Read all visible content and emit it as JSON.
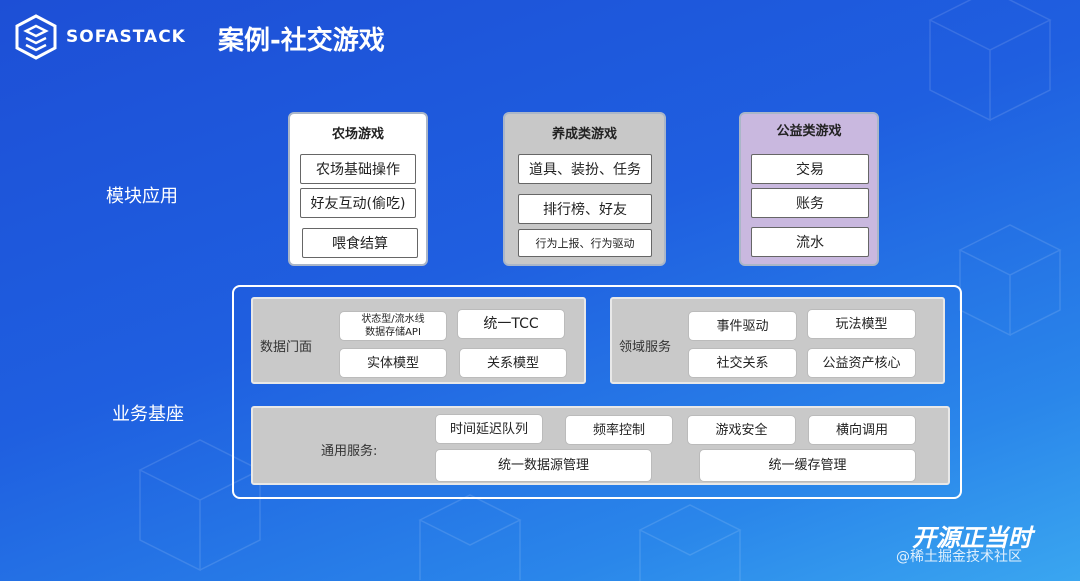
{
  "header": {
    "logo_text": "SOFASTACK",
    "title": "案例-社交游戏"
  },
  "rows": {
    "module_label": "模块应用",
    "base_label": "业务基座"
  },
  "modules": [
    {
      "title": "农场游戏",
      "items": [
        "农场基础操作",
        "好友互动(偷吃)",
        "喂食结算"
      ]
    },
    {
      "title": "养成类游戏",
      "items": [
        "道具、装扮、任务",
        "排行榜、好友",
        "行为上报、行为驱动"
      ]
    },
    {
      "title": "公益类游戏",
      "items": [
        "交易",
        "账务",
        "流水"
      ]
    }
  ],
  "data_facade": {
    "label": "数据门面",
    "items": [
      "状态型/流水线",
      "数据存储API",
      "统一TCC",
      "实体模型",
      "关系模型"
    ]
  },
  "domain_service": {
    "label": "领域服务",
    "items": [
      "事件驱动",
      "玩法模型",
      "社交关系",
      "公益资产核心"
    ]
  },
  "common_service": {
    "label": "通用服务:",
    "items": [
      "时间延迟队列",
      "频率控制",
      "游戏安全",
      "横向调用",
      "统一数据源管理",
      "统一缓存管理"
    ]
  },
  "footer": {
    "brand": "开源正当时",
    "watermark": "@稀土掘金技术社区"
  },
  "colors": {
    "background": "#1f5fe0",
    "card_farm": "#ffffff",
    "card_nurture": "#c8c8c8",
    "card_charity": "#c9b8df",
    "panel": "#c9c9c9"
  }
}
